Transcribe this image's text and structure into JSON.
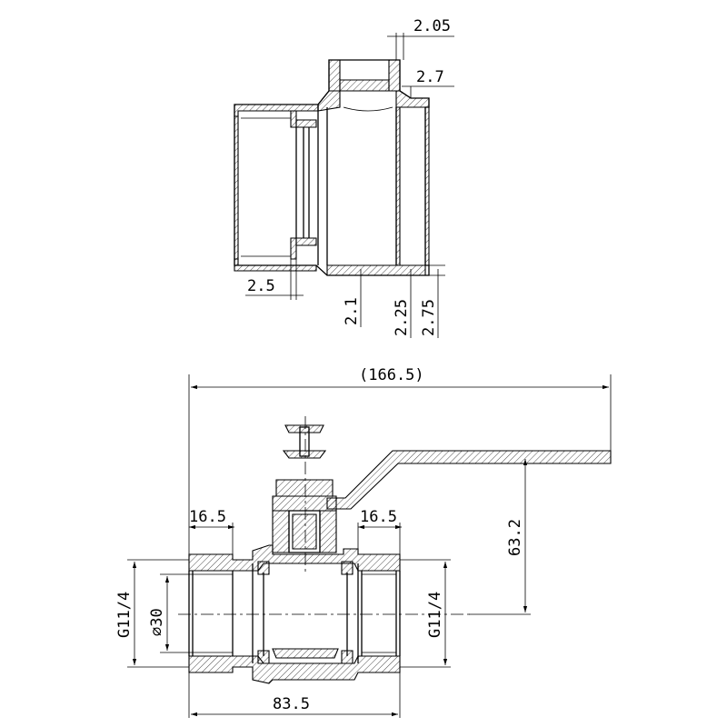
{
  "top_view": {
    "dim_2_05": "2.05",
    "dim_2_7": "2.7",
    "dim_2_5": "2.5",
    "dim_2_1": "2.1",
    "dim_2_25": "2.25",
    "dim_2_75": "2.75"
  },
  "main_view": {
    "overall_length": "(166.5)",
    "height_63_2": "63.2",
    "left_thread_len": "16.5",
    "right_thread_len": "16.5",
    "body_length": "83.5",
    "left_thread": "G11/4",
    "right_thread": "G11/4",
    "bore_diameter": "∅30"
  }
}
